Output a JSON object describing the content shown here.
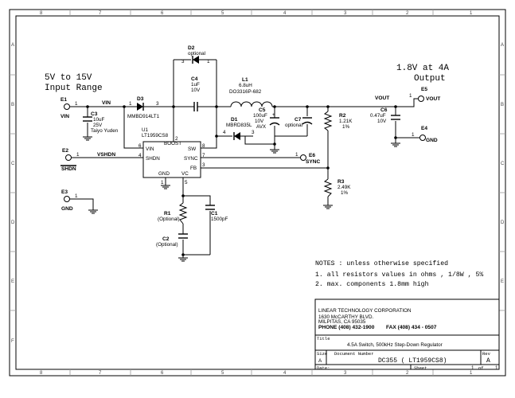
{
  "border": {
    "cols": [
      "1",
      "2",
      "3",
      "4",
      "5",
      "6",
      "7",
      "8"
    ],
    "rows": [
      "A",
      "B",
      "C",
      "D",
      "E",
      "F"
    ]
  },
  "input": {
    "range_line1": "5V to 15V",
    "range_line2": "Input Range"
  },
  "output": {
    "line1": "1.8V at 4A",
    "line2": "Output"
  },
  "nets": {
    "vin": "VIN",
    "vshdn": "VSHDN",
    "vout": "VOUT"
  },
  "terminals": {
    "e1": {
      "ref": "E1",
      "label": "VIN",
      "pin": "1"
    },
    "e2": {
      "ref": "E2",
      "label": "SHDN",
      "pin": "1"
    },
    "e3": {
      "ref": "E3",
      "label": "GND",
      "pin": "1"
    },
    "e4": {
      "ref": "E4",
      "label": "GND",
      "pin": "1"
    },
    "e5": {
      "ref": "E5",
      "label": "VOUT",
      "pin": "1"
    },
    "e6": {
      "ref": "E6",
      "label": "SYNC",
      "pin": "1"
    }
  },
  "parts": {
    "d2": {
      "ref": "D2",
      "value": "optional",
      "pin_a": "3",
      "pin_k": "1"
    },
    "d3": {
      "ref": "D3",
      "value": "MMBD914LT1",
      "pin_a": "1",
      "pin_k": "3"
    },
    "d1": {
      "ref": "D1",
      "value": "MBRD835L",
      "pin_a": "4",
      "pin_k": "3"
    },
    "c3": {
      "ref": "C3",
      "value1": "10uF",
      "value2": "25V",
      "value3": "Taiyo Yuden"
    },
    "c4": {
      "ref": "C4",
      "value1": "1uF",
      "value2": "10V"
    },
    "l1": {
      "ref": "L1",
      "value1": "6.8uH",
      "value2": "DO3316P-682"
    },
    "c5": {
      "ref": "C5",
      "value1": "100uF",
      "value2": "10V",
      "value3": "AVX"
    },
    "c7": {
      "ref": "C7",
      "value": "optional"
    },
    "r2": {
      "ref": "R2",
      "value1": "1.21K",
      "value2": "1%"
    },
    "c6": {
      "ref": "C6",
      "value1": "0.47uF",
      "value2": "10V"
    },
    "r3": {
      "ref": "R3",
      "value1": "2.49K",
      "value2": "1%"
    },
    "r1": {
      "ref": "R1",
      "value": "(Optional)"
    },
    "c1": {
      "ref": "C1",
      "value": "1500pF"
    },
    "c2": {
      "ref": "C2",
      "value": "(Optional)"
    },
    "u1": {
      "ref": "U1",
      "value": "LT1959CS8",
      "boost": "BOOST",
      "vin": "VIN",
      "shdn": "SHDN",
      "gnd": "GND",
      "vc": "VC",
      "sw": "SW",
      "sync": "SYNC",
      "fb": "FB",
      "p1": "1",
      "p2": "2",
      "p3": "3",
      "p4": "4",
      "p5": "5",
      "p6": "6",
      "p7": "7",
      "p8": "8"
    }
  },
  "notes": {
    "title": "NOTES : unless otherwise specified",
    "n1": "1. all resistors values in ohms , 1/8W , 5%",
    "n2": "2. max. components 1.8mm high"
  },
  "title_block": {
    "company": "LINEAR TECHNOLOGY CORPORATION",
    "address1": "1630 McCARTHY BLVD.",
    "address2": "MILPITAS, CA  95035",
    "phone": "PHONE (408) 432-1900",
    "fax": "FAX (408) 434 - 0507",
    "title_label": "Title",
    "title": "4.5A Switch, 500kHz Step-Down Regulator",
    "size_label": "Size",
    "size": "A",
    "docnum_label": "Document Number",
    "docnum": "DC355 ( LT1959CS8)",
    "rev_label": "Rev",
    "rev": "A",
    "date_label": "Date:",
    "sheet_label": "Sheet",
    "sheet": "1",
    "of_label": "of",
    "of": "1"
  }
}
